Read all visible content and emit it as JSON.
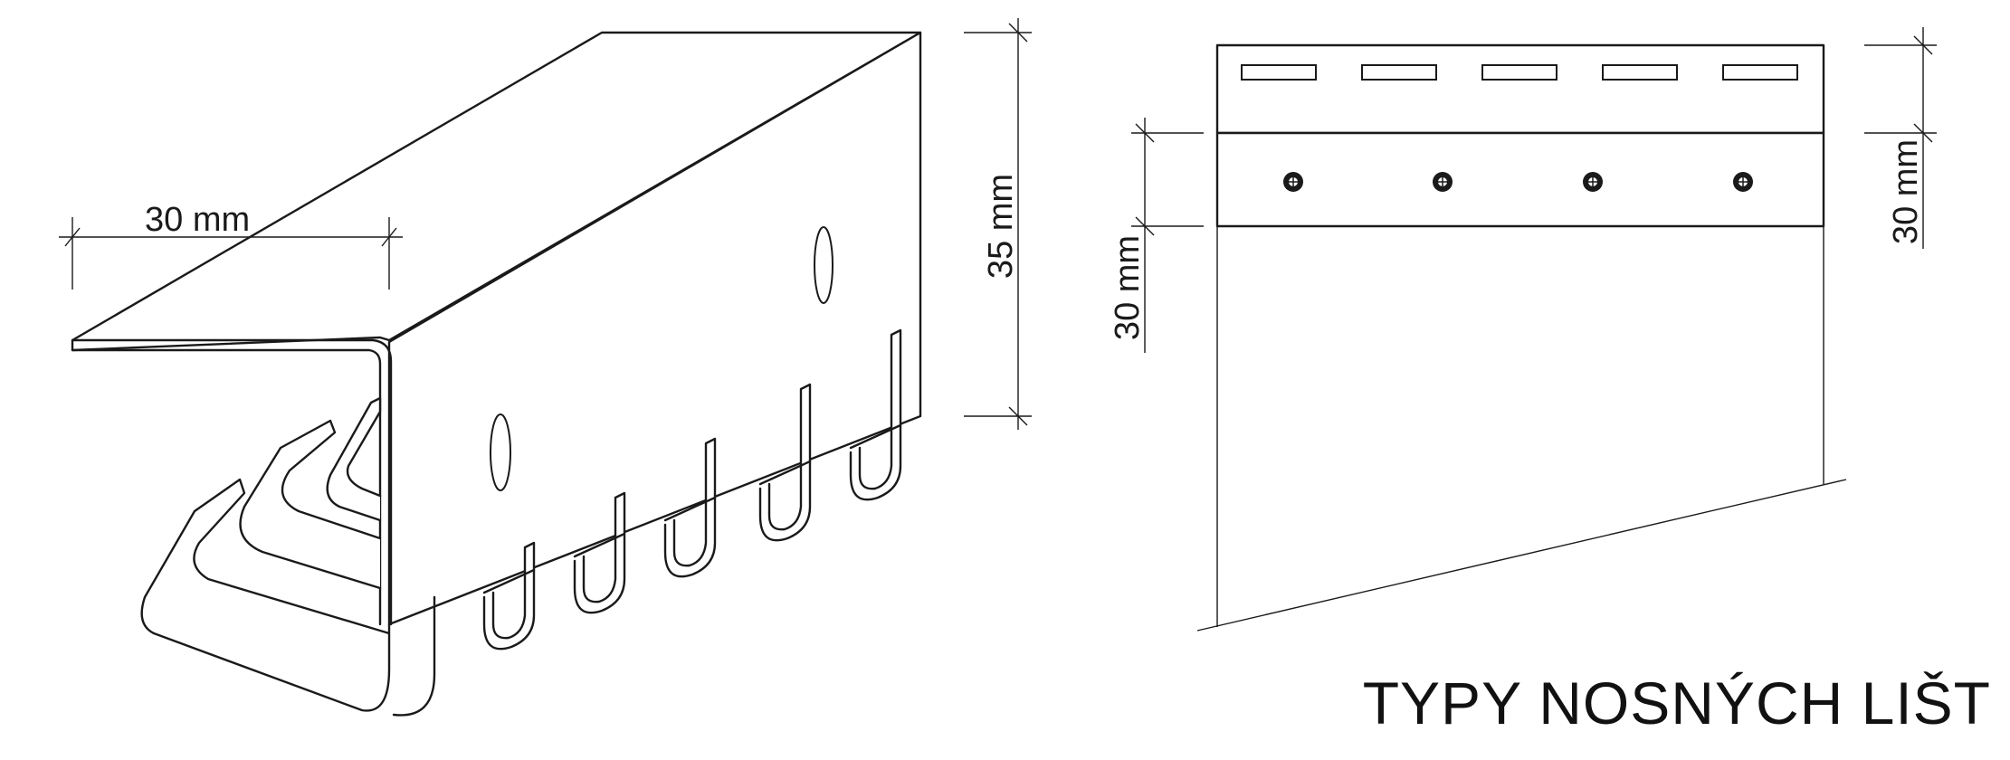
{
  "left_drawing": {
    "width_dimension": "30 mm",
    "height_dimension": "35 mm"
  },
  "right_drawing": {
    "left_dimension": "30 mm",
    "right_dimension": "30 mm",
    "slot_count": 5,
    "hole_count": 4
  },
  "title": "TYPY NOSNÝCH LIŠT"
}
